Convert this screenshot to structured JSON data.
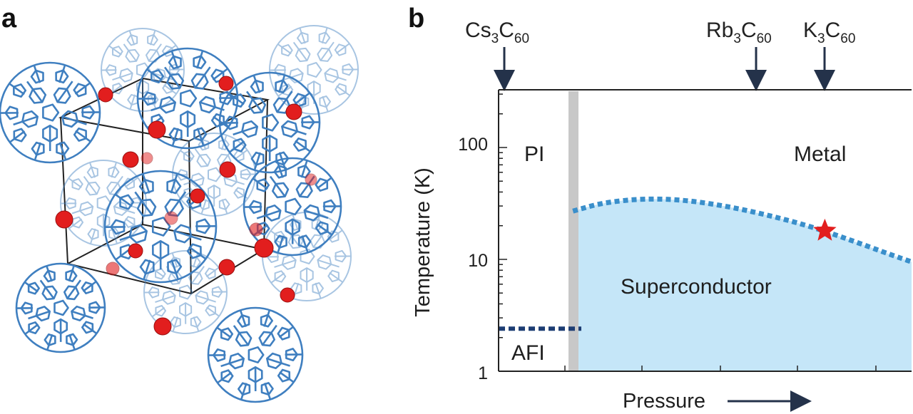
{
  "panel_a": {
    "label": "a",
    "colors": {
      "fullerene": "#3f7fc0",
      "fullerene_dark": "#1f3f70",
      "ion": "#e21e1e",
      "cell_edge": "#222222"
    }
  },
  "panel_b": {
    "label": "b",
    "compounds": [
      {
        "base": "Cs",
        "sub1": "3",
        "mid": "C",
        "sub2": "60",
        "marker": "cs3c60-arrow"
      },
      {
        "base": "Rb",
        "sub1": "3",
        "mid": "C",
        "sub2": "60",
        "marker": "rb3c60-arrow"
      },
      {
        "base": "K",
        "sub1": "3",
        "mid": "C",
        "sub2": "60",
        "marker": "k3c60-arrow"
      }
    ],
    "regions": {
      "pi": "PI",
      "metal": "Metal",
      "superconductor": "Superconductor",
      "afi": "AFI"
    },
    "yticks": [
      "100",
      "10",
      "1"
    ],
    "ylabel": "Temperature (K)",
    "xlabel": "Pressure",
    "colors": {
      "superconductor_fill": "#c5e6f8",
      "tc_line": "#3a8fcb",
      "afi_line": "#1d3d73",
      "boundary": "#c8c8c8",
      "star": "#e21e1e",
      "axis": "#222222"
    }
  },
  "chart_data": {
    "type": "line",
    "title": "",
    "xlabel": "Pressure",
    "ylabel": "Temperature (K)",
    "y_scale": "log",
    "ylim": [
      1,
      300
    ],
    "yticks": [
      1,
      10,
      100
    ],
    "x_numeric_labels": false,
    "series": [
      {
        "style": "dotted",
        "x": [
          0.18,
          0.25,
          0.35,
          0.45,
          0.55,
          0.65,
          0.75,
          0.85,
          0.95,
          1.0
        ],
        "y": [
          27,
          32,
          35,
          34,
          30,
          25,
          20,
          15,
          11,
          9.5
        ]
      },
      {
        "style": "dashed",
        "x": [
          0.0,
          0.2
        ],
        "y": [
          2.4,
          2.4
        ]
      }
    ],
    "star_point": {
      "x": 0.79,
      "y": 18
    },
    "regions": [
      "PI",
      "Metal",
      "Superconductor",
      "AFI"
    ],
    "compound_markers": [
      "Cs3C60",
      "Rb3C60",
      "K3C60"
    ],
    "grid": false
  }
}
